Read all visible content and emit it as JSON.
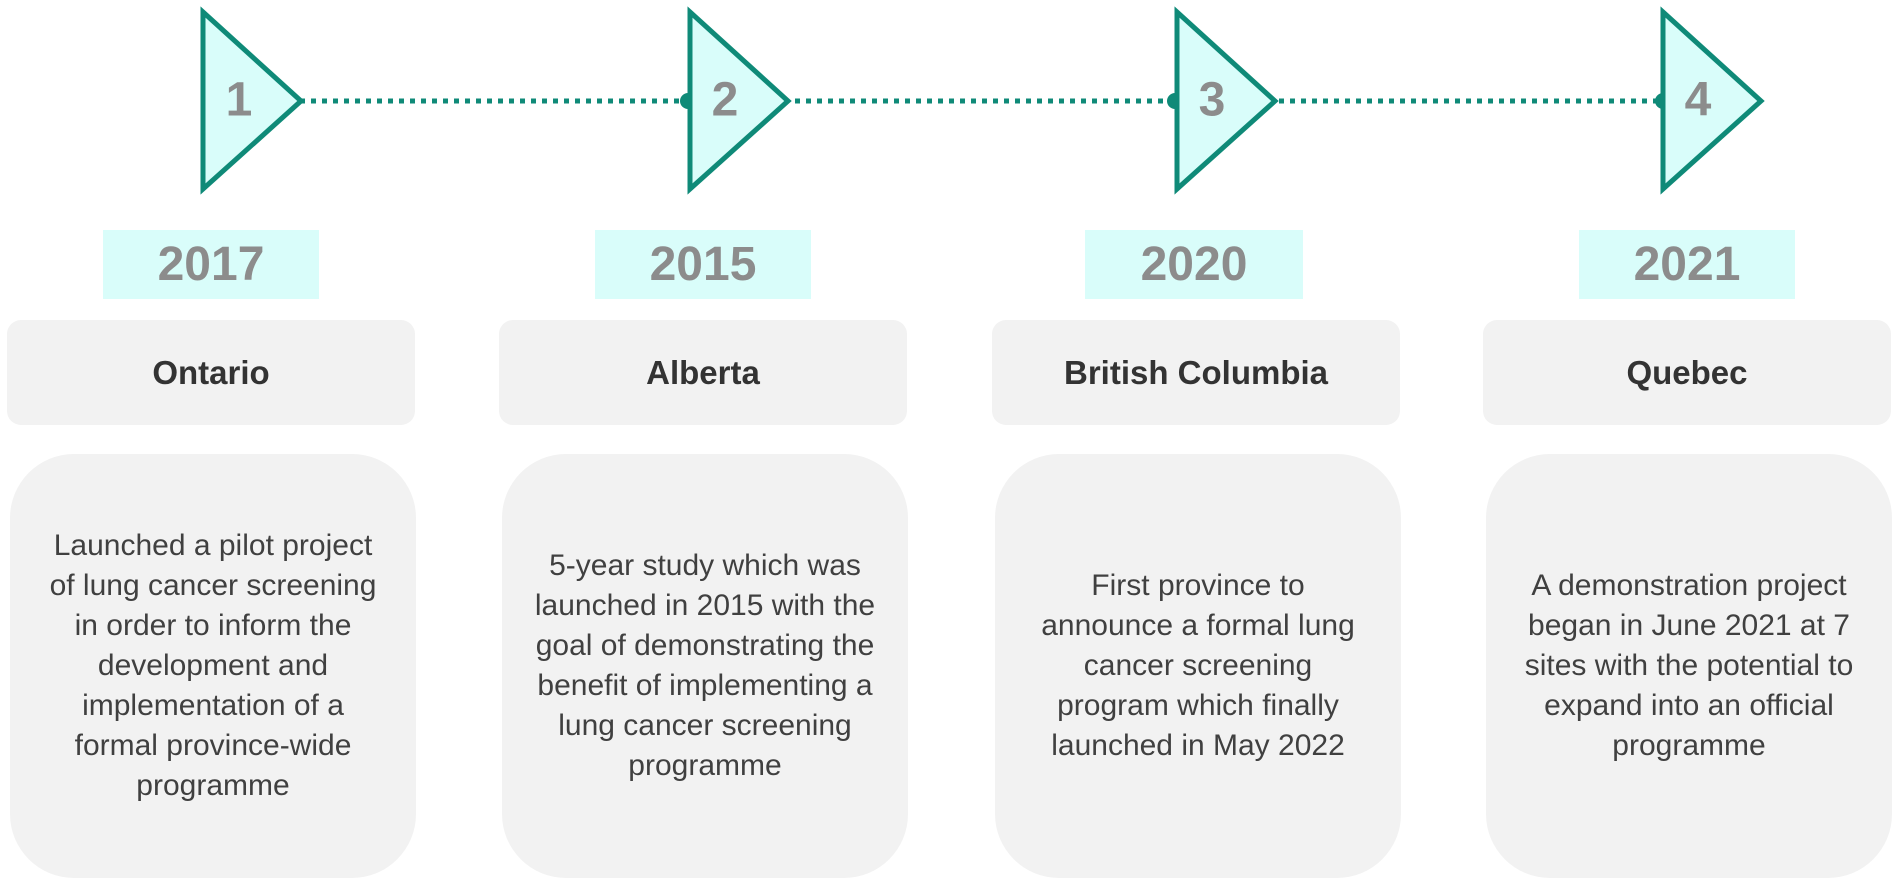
{
  "colors": {
    "marker_stroke": "#0f8a78",
    "marker_fill": "#d9fdfa",
    "connector": "#0f8a78",
    "year_badge_bg": "#d9fdfa",
    "year_text": "#8c8c8c",
    "box_bg": "#f2f2f2",
    "province_text": "#333333",
    "description_text": "#404040"
  },
  "timeline": {
    "connector_style": "dotted",
    "marker_shape": "right-pointing-triangle",
    "items": [
      {
        "number": "1",
        "year": "2017",
        "province": "Ontario",
        "description": "Launched a pilot project of lung cancer screening in order to inform the development and implementation of a formal province-wide programme"
      },
      {
        "number": "2",
        "year": "2015",
        "province": "Alberta",
        "description": "5-year study which was launched in 2015 with the goal of demonstrating the benefit of implementing a lung cancer screening programme"
      },
      {
        "number": "3",
        "year": "2020",
        "province": "British Columbia",
        "description": "First province to announce a formal lung cancer screening program which finally launched in May 2022"
      },
      {
        "number": "4",
        "year": "2021",
        "province": "Quebec",
        "description": "A demonstration project began in June 2021 at 7 sites with the potential to expand into an official programme"
      }
    ]
  }
}
